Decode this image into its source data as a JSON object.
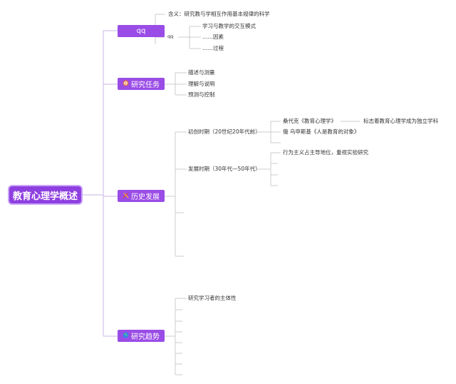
{
  "root": {
    "label": "教育心理学概述"
  },
  "branches": [
    {
      "label": "qq",
      "icon": "blank-icon",
      "items": {
        "definition": "含义：研究教与学相互作用基本规律的科学",
        "qq_label": "qq",
        "sub": [
          "学习与教学的交互模式",
          "……因素",
          "……过程"
        ]
      }
    },
    {
      "label": "研究任务",
      "icon": "target-icon",
      "items": [
        "描述与测量",
        "理解与说明",
        "预测与控制"
      ]
    },
    {
      "label": "历史发展",
      "icon": "tools-icon",
      "items": {
        "early": "初创时期（20世纪20年代前）",
        "thorndike": "桑代克《教育心理学》",
        "thorndike_note": "标志着教育心理学成为独立学科",
        "kapterev": "俄 乌申斯基《人是教育的对象》",
        "development": "发展时期（30年代—50年代）",
        "behaviorism": "行为主义占主导地位，重视实验研究"
      }
    },
    {
      "label": "研究趋势",
      "icon": "globe-icon",
      "items": [
        "研究学习者的主体性"
      ]
    }
  ],
  "colors": {
    "root": "#8e3fe0",
    "branch": "#9a4de6",
    "line": "#c9b6e6",
    "subline": "#cccccc"
  }
}
